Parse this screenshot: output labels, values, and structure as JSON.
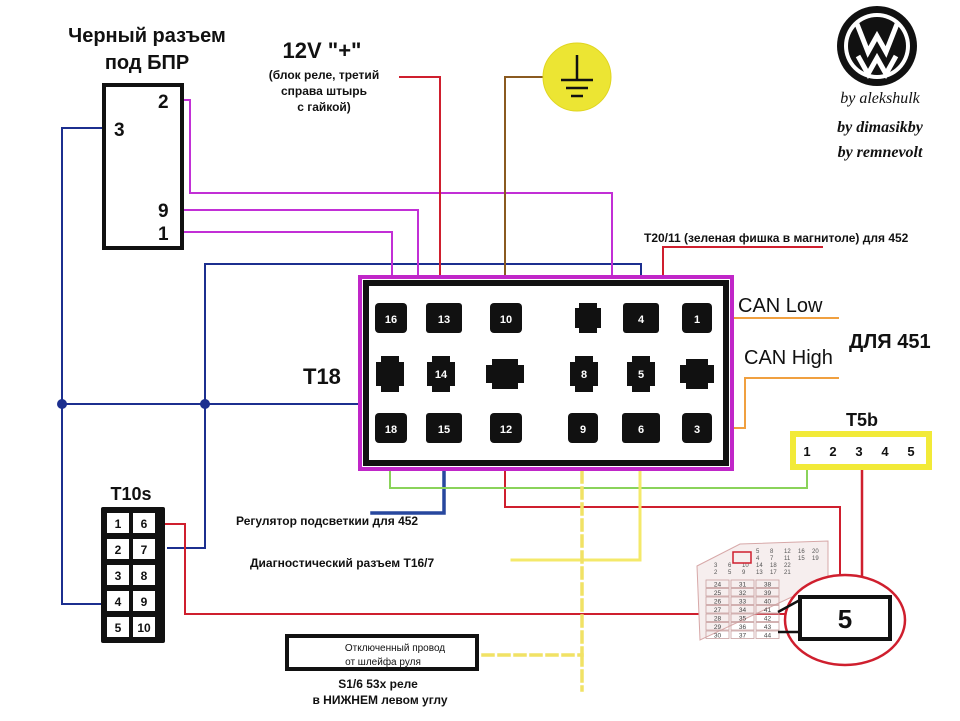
{
  "credits": {
    "line1": "by alekshulk",
    "line2": "by dimasikby",
    "line3": "by remnevolt"
  },
  "logo": {
    "name": "vw-logo",
    "text": "VW"
  },
  "ground_icon": "ground-icon",
  "bpr_connector": {
    "title_line1": "Черный разъем",
    "title_line2": "под БПР",
    "pins": {
      "p2": "2",
      "p3": "3",
      "p9": "9",
      "p1": "1"
    }
  },
  "power_label": {
    "title": "12V \"+\"",
    "line1": "(блок реле, третий",
    "line2": "справа штырь",
    "line3": "с гайкой)"
  },
  "t20_label": "T20/11 (зеленая фишка в магнитоле) для 452",
  "t18": {
    "name": "T18",
    "pins": {
      "p16": "16",
      "p13": "13",
      "p10": "10",
      "p4": "4",
      "p1": "1",
      "p14": "14",
      "p8": "8",
      "p5": "5",
      "p18": "18",
      "p15": "15",
      "p12": "12",
      "p9": "9",
      "p6": "6",
      "p3": "3"
    }
  },
  "can": {
    "low": "CAN Low",
    "high": "CAN High",
    "for451": "ДЛЯ 451"
  },
  "t5b": {
    "name": "T5b",
    "pins": [
      "1",
      "2",
      "3",
      "4",
      "5"
    ]
  },
  "t10s": {
    "name": "T10s",
    "rows": [
      [
        "1",
        "6"
      ],
      [
        "2",
        "7"
      ],
      [
        "3",
        "8"
      ],
      [
        "4",
        "9"
      ],
      [
        "5",
        "10"
      ]
    ]
  },
  "labels": {
    "backlight": "Регулятор подсветкии для 452",
    "diagnostic": "Диагностический разъем T16/7",
    "disconnected_line1": "Отключенный провод",
    "disconnected_line2": "от шлейфа руля",
    "relay_line1": "S1/6 53х реле",
    "relay_line2": "в НИЖНЕМ левом углу"
  },
  "relay_block": {
    "big_number": "5",
    "top_rows": [
      [
        "5",
        "8",
        "12",
        "16",
        "20"
      ],
      [
        "4",
        "7",
        "11",
        "15",
        "19"
      ],
      [
        "3",
        "6",
        "10",
        "14",
        "18",
        "22"
      ],
      [
        "2",
        "5",
        "9",
        "13",
        "17",
        "21"
      ]
    ],
    "grid_rows": [
      [
        "24",
        "31",
        "38"
      ],
      [
        "25",
        "32",
        "39"
      ],
      [
        "26",
        "33",
        "40"
      ],
      [
        "27",
        "34",
        "41"
      ],
      [
        "28",
        "35",
        "42"
      ],
      [
        "29",
        "36",
        "43"
      ],
      [
        "30",
        "37",
        "44"
      ]
    ]
  },
  "colors": {
    "blue": "#1c2f8f",
    "purple": "#c22fd6",
    "red": "#cf1f2e",
    "brown": "#8a5a20",
    "orange": "#f0a040",
    "green": "#8ad35a",
    "yellow": "#f4e96a",
    "t18_border": "#c026c8",
    "t5b_border": "#f2ea38"
  }
}
